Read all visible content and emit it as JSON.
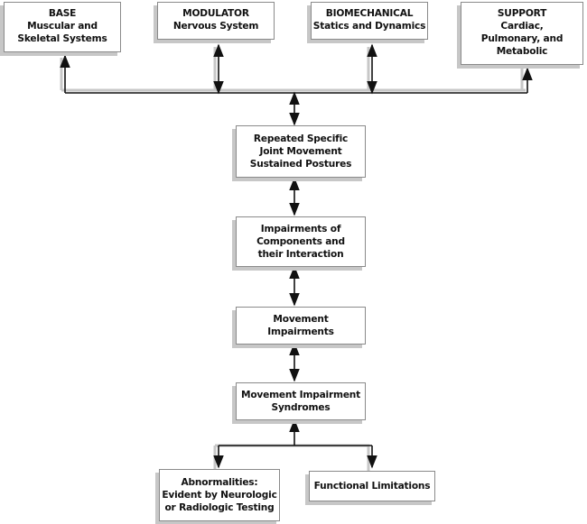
{
  "diagram": {
    "base": {
      "title": "BASE",
      "line1": "Muscular and",
      "line2": "Skeletal Systems"
    },
    "modulator": {
      "title": "MODULATOR",
      "line1": "Nervous System"
    },
    "biomechanical": {
      "title": "BIOMECHANICAL",
      "line1": "Statics and Dynamics"
    },
    "support": {
      "title": "SUPPORT",
      "line1": "Cardiac,",
      "line2": "Pulmonary, and",
      "line3": "Metabolic"
    },
    "repeated": {
      "line1": "Repeated Specific",
      "line2": "Joint Movement",
      "line3": "Sustained Postures"
    },
    "impairments_components": {
      "line1": "Impairments of",
      "line2": "Components and",
      "line3": "their Interaction"
    },
    "movement_impairments": {
      "line1": "Movement",
      "line2": "Impairments"
    },
    "syndromes": {
      "line1": "Movement Impairment",
      "line2": "Syndromes"
    },
    "abnormalities": {
      "line1": "Abnormalities:",
      "line2": "Evident by Neurologic",
      "line3": "or Radiologic Testing"
    },
    "functional": {
      "line1": "Functional Limitations"
    }
  }
}
